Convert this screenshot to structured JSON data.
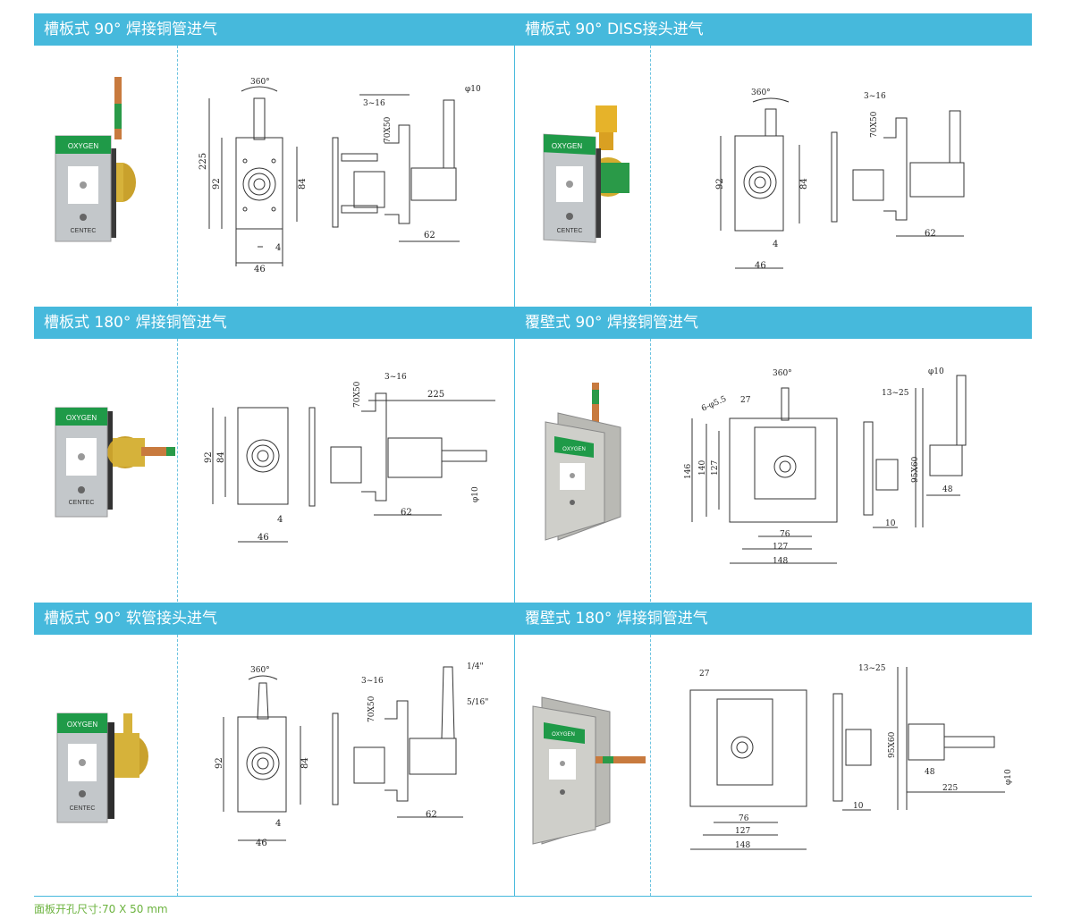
{
  "sections": [
    {
      "title": "槽板式 90° 焊接铜管进气"
    },
    {
      "title": "槽板式 90° DISS接头进气"
    },
    {
      "title": "槽板式 180° 焊接铜管进气"
    },
    {
      "title": "覆壁式 90° 焊接铜管进气"
    },
    {
      "title": "槽板式 90° 软管接头进气"
    },
    {
      "title": "覆壁式 180° 焊接铜管进气"
    }
  ],
  "product_label": "OXYGEN",
  "brand": "CENTEC",
  "dims": {
    "rot": "360°",
    "h225": "225",
    "h92": "92",
    "h84": "84",
    "w46": "46",
    "w4": "4",
    "t316": "3~16",
    "cut": "70X50",
    "d10": "φ10",
    "d62": "62",
    "l225": "225",
    "q14": "1/4\"",
    "f516": "5/16\"",
    "w27": "27",
    "holes": "6-φ5.5",
    "h146": "146",
    "h140": "140",
    "h127": "127",
    "w76": "76",
    "w127": "127",
    "w148": "148",
    "t1325": "13~25",
    "cut2": "95X60",
    "w48": "48",
    "w10": "10"
  },
  "footer": "面板开孔尺寸:70 X 50 mm",
  "colors": {
    "accent": "#46b9dc",
    "footer": "#6cb33f",
    "label_green": "#1f9a48"
  }
}
